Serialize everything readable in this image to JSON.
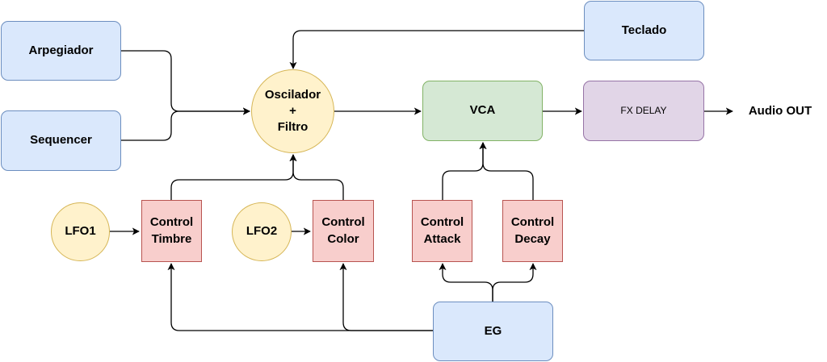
{
  "nodes": {
    "arpegiador": "Arpegiador",
    "sequencer": "Sequencer",
    "oscilador_filtro": "Oscilador\n+\nFiltro",
    "teclado": "Teclado",
    "vca": "VCA",
    "fx_delay": "FX DELAY",
    "audio_out": "Audio OUT",
    "lfo1": "LFO1",
    "control_timbre": "Control\nTimbre",
    "lfo2": "LFO2",
    "control_color": "Control\nColor",
    "control_attack": "Control\nAttack",
    "control_decay": "Control\nDecay",
    "eg": "EG"
  },
  "colors": {
    "input_fill": "#dae8fc",
    "input_stroke": "#6c8ebf",
    "vca_fill": "#d5e8d4",
    "vca_stroke": "#82b366",
    "fx_fill": "#e1d5e7",
    "fx_stroke": "#9673a6",
    "control_fill": "#f8cecc",
    "control_stroke": "#b85450",
    "oscillator_fill": "#fff2cc",
    "oscillator_stroke": "#d6b656",
    "edge": "#000000"
  }
}
